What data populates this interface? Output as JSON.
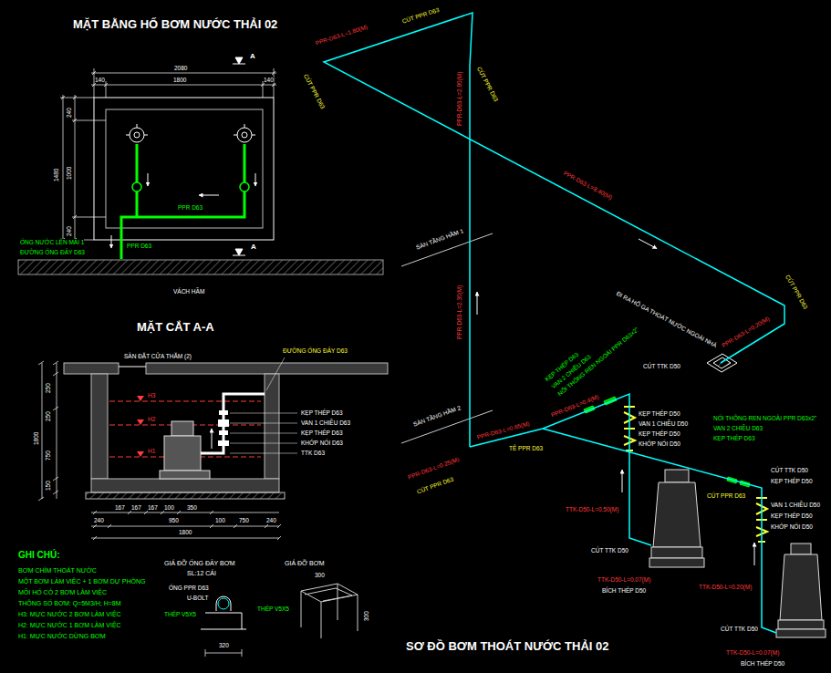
{
  "diagram": {
    "labels": [
      "MẶT BẰNG HỐ BƠM NƯỚC THẢI 02",
      "A",
      "A",
      "2080",
      "140",
      "1800",
      "140",
      "240",
      "1000",
      "240",
      "1480",
      "PPR D63",
      "PPR D63",
      "ỐNG NƯỚC LÊN MÁI 1",
      "ĐƯỜNG ỐNG ĐẨY D63",
      "VÁCH HẦM",
      "MẶT CẮT A-A",
      "SÀN ĐẶT CỬA THĂM (2)",
      "ĐƯỜNG ỐNG ĐẨY D63",
      "H3",
      "H2",
      "H1",
      "KẸP THÉP D63",
      "VAN 1 CHIỀU D63",
      "KẸP THÉP D63",
      "KHỚP NỐI D63",
      "TTK D63",
      "250",
      "250",
      "750",
      "150",
      "1800",
      "167",
      "167",
      "167",
      "100",
      "350",
      "240",
      "950",
      "100",
      "750",
      "240",
      "1800",
      "GHI CHÚ:",
      "BƠM CHÌM THOÁT NƯỚC",
      "MỘT BƠM LÀM VIỆC + 1 BƠM DỰ PHÒNG",
      "MỖI HỐ CÓ 2 BƠM LÀM VIỆC",
      "THÔNG SỐ BƠM: Q=5M3/H; H=8M",
      "H3: MỰC NƯỚC 2 BƠM LÀM VIỆC",
      "H2: MỰC NƯỚC 1 BƠM LÀM VIỆC",
      "H1: MỰC NƯỚC DỪNG BƠM",
      "GIÁ ĐỠ ỐNG ĐẨY BƠM",
      "SL:12 CÁI",
      "ỐNG PPR D63",
      "U-BOLT",
      "THÉP V5X5",
      "320",
      "GIÁ ĐỠ BƠM",
      "300",
      "THÉP V5X5",
      "300",
      "PPR-D63-L=1.80(M)",
      "CÚT PPR D63",
      "CÚT PPR D63",
      "CÚT PPR D63",
      "PPR-D63-L=2.80(M)",
      "PPR-D63-L=8.40(M)",
      "CÚT PPR D63",
      "PPR-D63-L=0.20(M)",
      "ĐI RA HỐ GA THOÁT NƯỚC NGOÀI NHÀ",
      "SÀN TẦNG HẦM 1",
      "PPR-D63-L=2.30(M)",
      "SÀN TẦNG HẦM 2",
      "PPR-D63-L=0.25(M)",
      "CÚT PPR D63",
      "PPR-D63-L=0.65(M)",
      "TÊ PPR D63",
      "PPR-D63-L=0.4(M)",
      "KẸP THÉP D63",
      "VAN 2 CHIỀU D63",
      "NỐI THÔNG REN NGOÀI PPR D63x2\"",
      "CÚT TTK D50",
      "KẸP THÉP D50",
      "VAN 1 CHIỀU D50",
      "KẸP THÉP D50",
      "KHỚP NỐI D50",
      "NỐI THÔNG REN NGOÀI PPR D63x2\"",
      "VAN 2 CHIỀU D63",
      "KẸP THÉP D63",
      "CÚT TTK D50",
      "KẸP THÉP D50",
      "VAN 1 CHIỀU D50",
      "KẸP THÉP D50",
      "KHỚP NỐI D50",
      "CÚT PPR D63",
      "TTK-D50-L=0.50(M)",
      "CÚT TTK D50",
      "TTK-D50-L=0.07(M)",
      "BÍCH THÉP D50",
      "TTK-D50-L=0.20(M)",
      "CÚT TTK D50",
      "TTK-D50-L=0.07(M)",
      "BÍCH THÉP D50",
      "SƠ ĐỒ BƠM THOÁT NƯỚC THẢI 02"
    ]
  }
}
